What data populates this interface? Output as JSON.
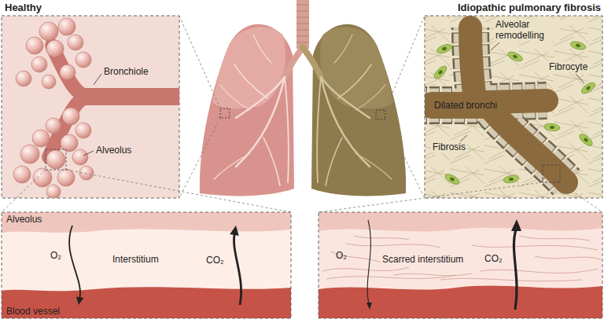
{
  "diagram": {
    "nodes": [
      {
        "text": [
          "Healthy"
        ]
      },
      {
        "text": [
          "Idiopathic pulmonary fibrosis"
        ]
      },
      {
        "text": [
          "Alveolus"
        ]
      },
      {
        "text": [
          "Interstitium"
        ]
      },
      {
        "text": [
          "Blood vessel"
        ]
      },
      {
        "text": [
          "Scarred interstitium"
        ]
      }
    ],
    "edges": [
      {
        "from": 2,
        "to": 4,
        "label": "O₂",
        "arrow": "to"
      },
      {
        "from": 4,
        "to": 2,
        "label": "CO₂",
        "arrow": "to"
      }
    ],
    "labels": [
      "Bronchiole",
      "Alveolus",
      "Alveolar remodelling",
      "Fibrocyte",
      "Dilated bronchi",
      "Fibrosis",
      "O₂",
      "CO₂"
    ]
  }
}
